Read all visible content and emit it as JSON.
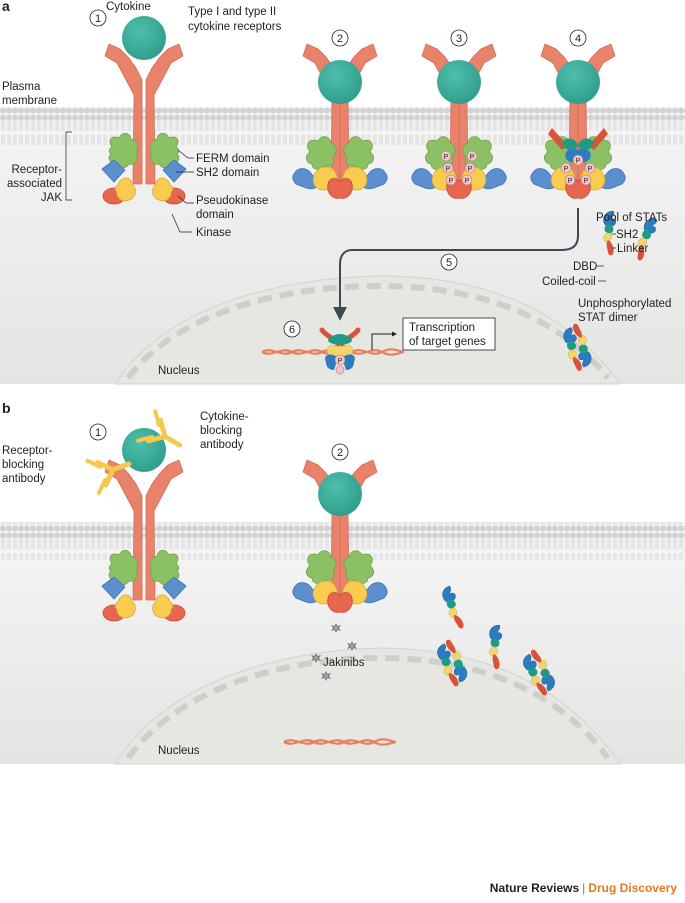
{
  "panels": {
    "a": "a",
    "b": "b"
  },
  "steps_a": [
    "1",
    "2",
    "3",
    "4",
    "5",
    "6"
  ],
  "steps_b": [
    "1",
    "2"
  ],
  "labels": {
    "cytokine": "Cytokine",
    "receptors": [
      "Type I and type II",
      "cytokine receptors"
    ],
    "plasma_membrane": [
      "Plasma",
      "membrane"
    ],
    "jak": [
      "Receptor-",
      "associated",
      "JAK"
    ],
    "ferm": "FERM domain",
    "sh2_domain": "SH2 domain",
    "pseudokinase": [
      "Pseudokinase",
      "domain"
    ],
    "kinase": "Kinase",
    "pool": "Pool of STATs",
    "stat_sh2": "SH2",
    "linker": "Linker",
    "dbd": "DBD",
    "coiled_coil": "Coiled-coil",
    "unphos": [
      "Unphosphorylated",
      "STAT dimer"
    ],
    "transcription": [
      "Transcription",
      "of target genes"
    ],
    "nucleus": "Nucleus",
    "phospho": "P",
    "cytokine_blocking": [
      "Cytokine-",
      "blocking",
      "antibody"
    ],
    "receptor_blocking": [
      "Receptor-",
      "blocking",
      "antibody"
    ],
    "jakinibs": "Jakinibs"
  },
  "credit": {
    "journal": "Nature Reviews",
    "separator": "|",
    "section": "Drug Discovery"
  },
  "colors": {
    "receptor": "#e8826a",
    "cytokine": "#3aaa98",
    "ferm": "#8bc065",
    "sh2": "#5b8fcf",
    "pseudokinase": "#e8654f",
    "kinase": "#f9cc4f",
    "membrane": "#d9d9d9",
    "nucleus": "#e9e9e6",
    "stat_teal": "#1e9c83",
    "stat_blue": "#2d7cc2",
    "stat_red": "#d9533a",
    "stat_yellow": "#f3d56d",
    "phospho": "#f2c6c8",
    "dna": "#e6805d"
  }
}
